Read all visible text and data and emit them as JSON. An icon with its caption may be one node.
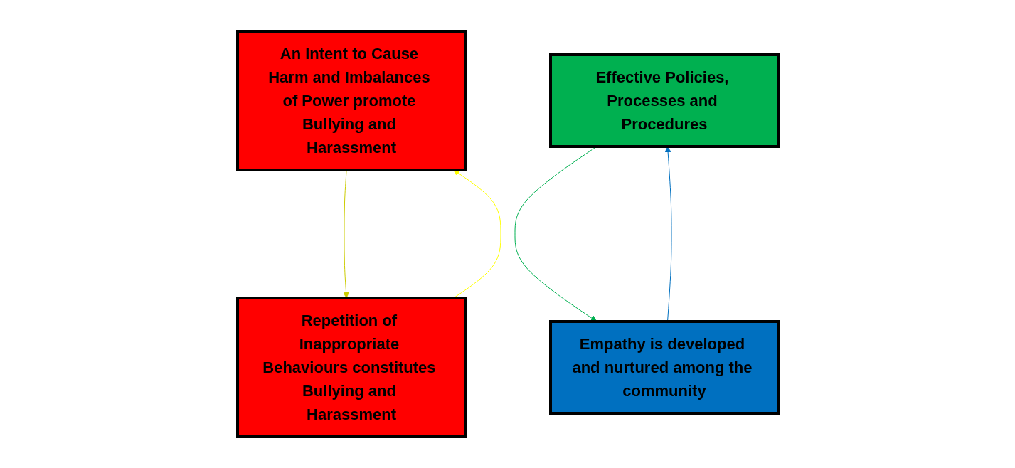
{
  "diagram": {
    "nodes": [
      {
        "text": [
          "An Intent to Cause Harm and Imbalances of Power promote Bullying and Harassment"
        ]
      },
      {
        "text": [
          "Effective Policies, Processes and Procedures"
        ]
      },
      {
        "text": [
          "Empathy is developed and nurtured among the community"
        ]
      },
      {
        "text": [
          "Repetition of Inappropriate Behaviours constitutes Bullying and Harassment"
        ]
      }
    ],
    "edges": [
      {
        "from": 0,
        "to": 3,
        "arrow": "to",
        "color": "#cccc00"
      },
      {
        "from": 3,
        "to": 0,
        "arrow": "to",
        "color": "#ffff00"
      },
      {
        "from": 1,
        "to": 2,
        "arrow": "to",
        "color": "#00b050"
      },
      {
        "from": 2,
        "to": 1,
        "arrow": "to",
        "color": "#0070c0"
      }
    ]
  }
}
